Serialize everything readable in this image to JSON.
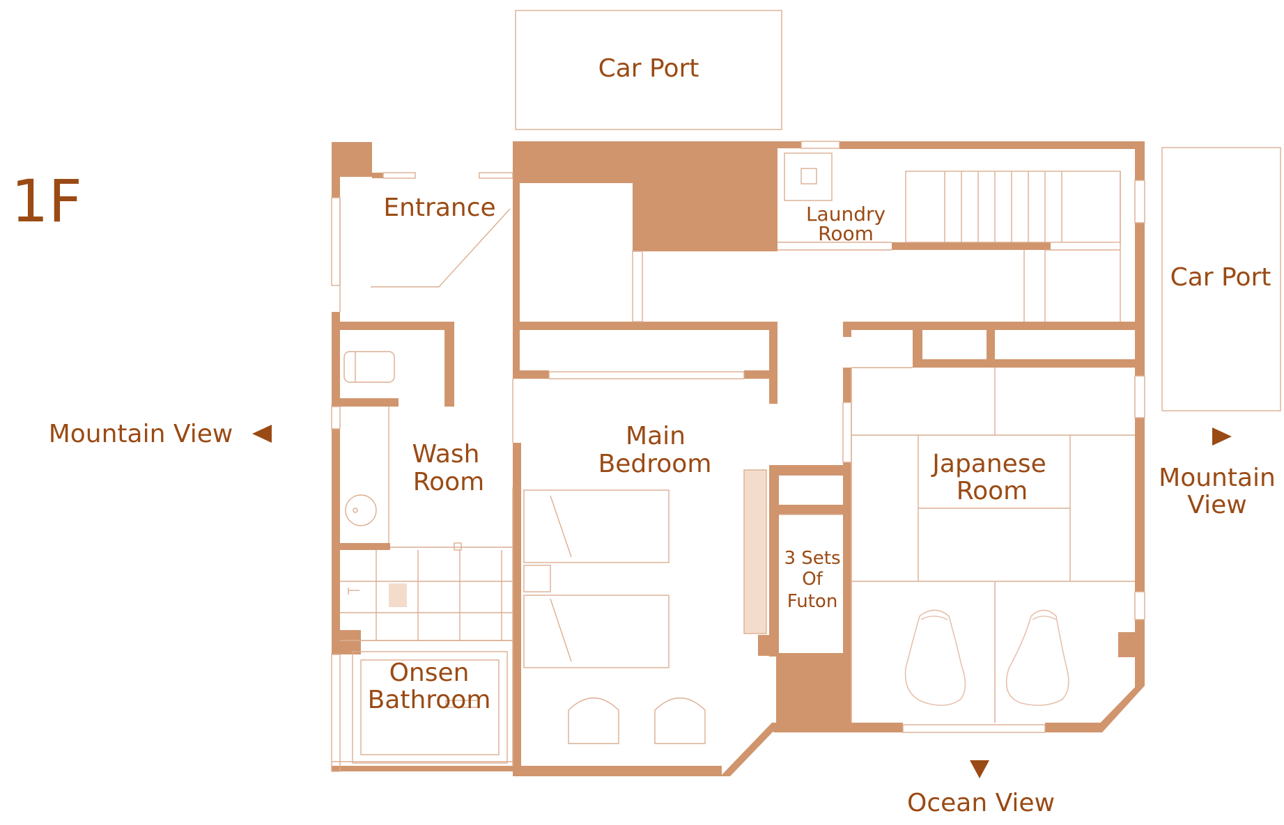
{
  "floor_label": "1F",
  "rooms": {
    "car_port_top": "Car Port",
    "car_port_right": "Car Port",
    "entrance": "Entrance",
    "laundry": [
      "Laundry",
      "Room"
    ],
    "wash_room": [
      "Wash",
      "Room"
    ],
    "main_bedroom": [
      "Main",
      "Bedroom"
    ],
    "japanese_room": [
      "Japanese",
      "Room"
    ],
    "futon": [
      "3 Sets",
      "Of",
      "Futon"
    ],
    "onsen": [
      "Onsen",
      "Bathroom"
    ]
  },
  "views": {
    "left": "Mountain View",
    "right": [
      "Mountain",
      "View"
    ],
    "bottom": "Ocean View"
  },
  "colors": {
    "wall": "#d0956d",
    "line": "#e6c2ad",
    "label": "#9a4a14"
  }
}
